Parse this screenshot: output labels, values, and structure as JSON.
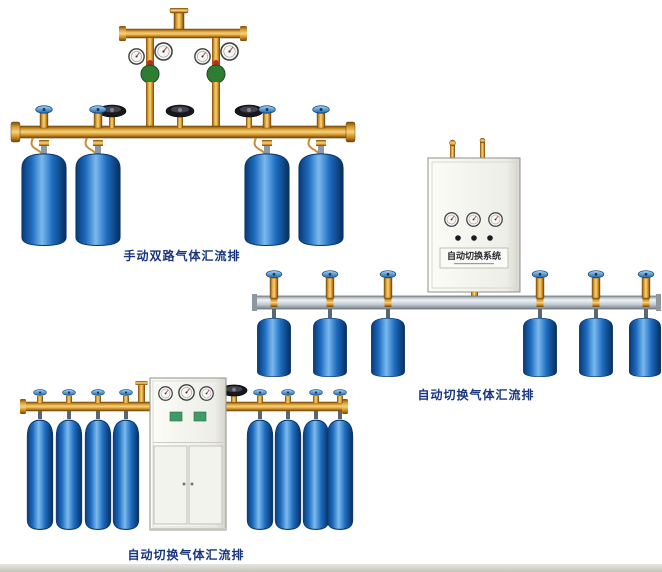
{
  "products": [
    {
      "name": "manual-dual-gas-manifold",
      "caption": "手动双路气体汇流排"
    },
    {
      "name": "auto-switch-gas-manifold",
      "caption": "自动切换气体汇流排"
    },
    {
      "name": "auto-switch-gas-manifold-2",
      "caption": "自动切换气体汇流排"
    }
  ],
  "cabinet": {
    "label": "自动切换系统"
  },
  "colors": {
    "caption_text": "#17357e",
    "brass": "#d99c2f",
    "cylinder_blue": "#1d6bbf",
    "steel_bar": "#c3cbd2",
    "cabinet_white": "#f5f5ef"
  }
}
